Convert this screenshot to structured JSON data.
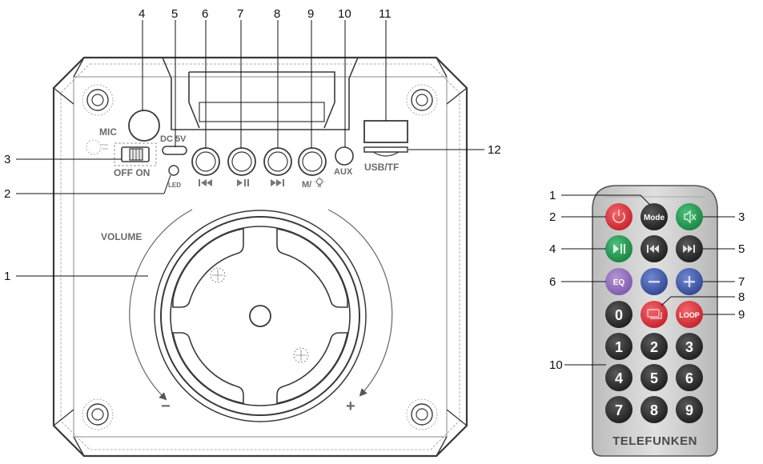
{
  "speaker": {
    "callouts": {
      "c1": "1",
      "c2": "2",
      "c3": "3",
      "c4": "4",
      "c5": "5",
      "c6": "6",
      "c7": "7",
      "c8": "8",
      "c9": "9",
      "c10": "10",
      "c11": "11",
      "c12": "12"
    },
    "text": {
      "mic": "MIC",
      "dc": "DC 5V",
      "off_on": "OFF ON",
      "led": "LED",
      "volume": "VOLUME",
      "aux": "AUX",
      "usb_tf": "USB/TF",
      "mode_key": "M/",
      "minus": "−",
      "plus": "+"
    },
    "colors": {
      "line": "#3a3a3a",
      "grey": "#777777"
    }
  },
  "remote": {
    "callouts": {
      "c1": "1",
      "c2": "2",
      "c3": "3",
      "c4": "4",
      "c5": "5",
      "c6": "6",
      "c7": "7",
      "c8": "8",
      "c9": "9",
      "c10": "10"
    },
    "buttons": {
      "mode": "Mode",
      "eq": "EQ",
      "loop": "LOOP",
      "n0": "0",
      "n1": "1",
      "n2": "2",
      "n3": "3",
      "n4": "4",
      "n5": "5",
      "n6": "6",
      "n7": "7",
      "n8": "8",
      "n9": "9"
    },
    "brand": "TELEFUNKEN",
    "colors": {
      "body": "#d4d4d4",
      "dark_button": "#262626",
      "red_button": "#d8323c",
      "green_button": "#1f9a4e",
      "purple_button": "#8e6ab8",
      "blue_button": "#3e58a8"
    }
  }
}
